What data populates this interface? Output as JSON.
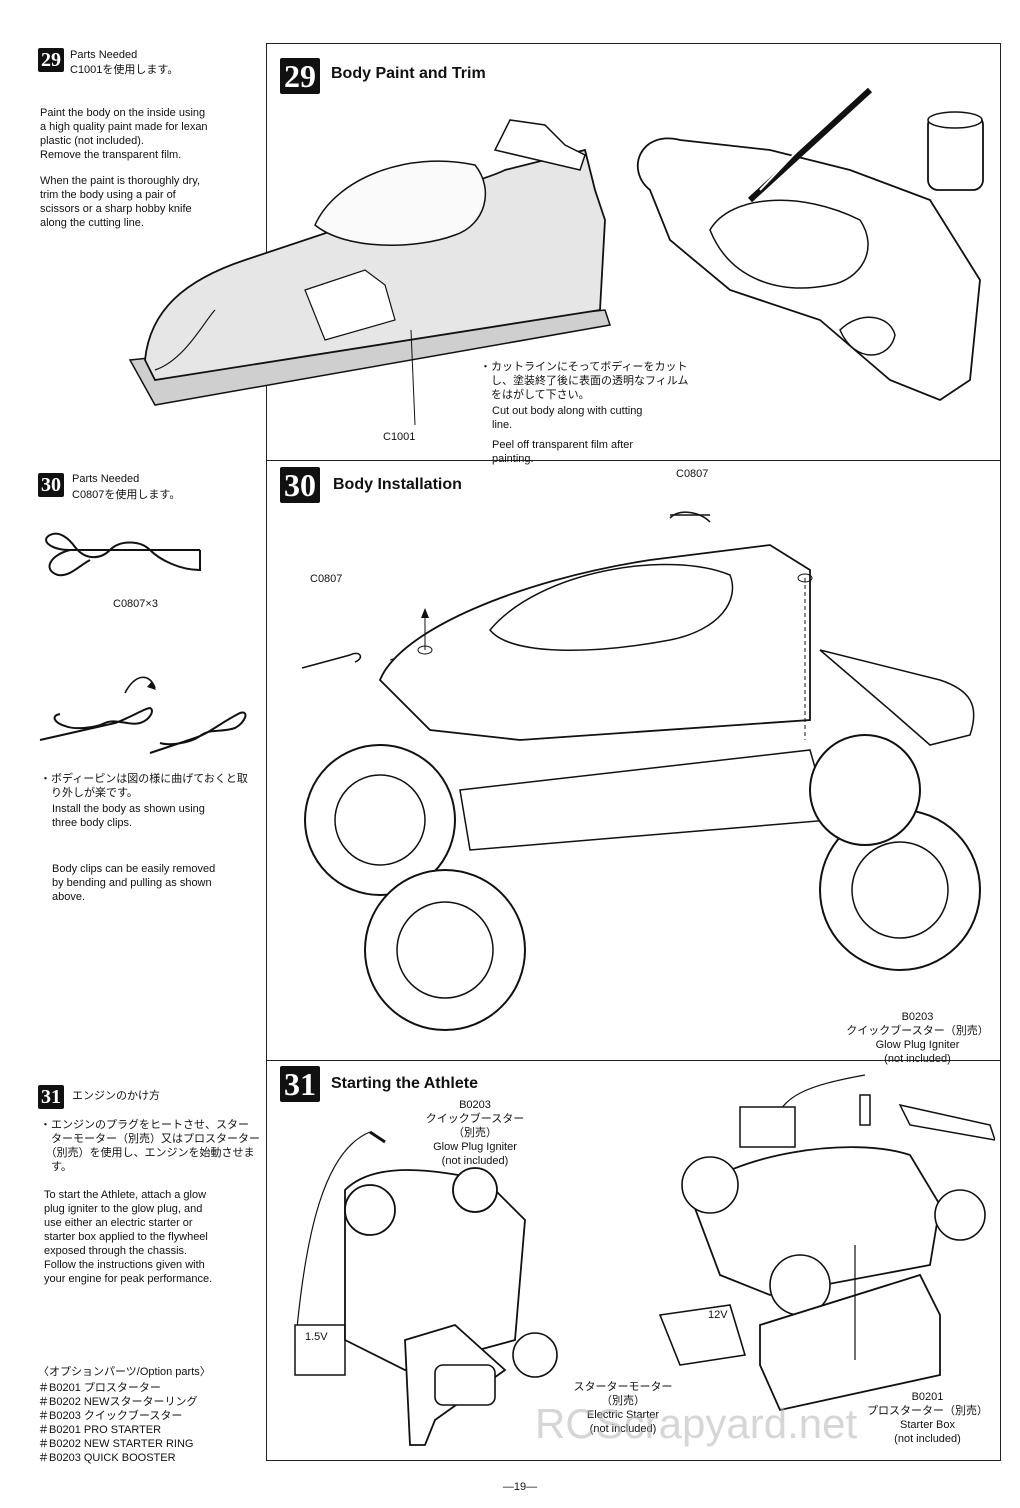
{
  "left": {
    "step29": {
      "number": "29",
      "parts_needed": "Parts Needed",
      "parts_jp": "C1001を使用します。",
      "instructions": "Paint the body on the inside using\na high quality paint made for lexan\nplastic (not included).\nRemove the transparent film.",
      "instructions2": "When the paint is thoroughly dry,\ntrim the body using a pair of\nscissors or a sharp hobby knife\nalong the cutting line."
    },
    "step30": {
      "number": "30",
      "parts_needed": "Parts Needed",
      "parts_jp": "C0807を使用します。",
      "clip_label": "C0807×3",
      "note_jp": "・ボディーピンは図の様に曲げておくと取\n　り外しが楽です。",
      "note_en": "Install the body as shown using\nthree body clips.",
      "note2": "Body clips can be easily removed\nby bending and pulling as shown\nabove."
    },
    "step31": {
      "number": "31",
      "heading_jp": "エンジンのかけ方",
      "text_jp": "・エンジンのプラグをヒートさせ、スター\n　ターモーター（別売）又はプロスターター\n　（別売）を使用し、エンジンを始動させま\n　す。",
      "text_en": "To start the Athlete, attach a glow\nplug igniter to the glow plug, and\nuse either an electric starter or\nstarter box applied to the flywheel\nexposed through the chassis.\nFollow the instructions given with\nyour engine for peak performance."
    },
    "options": {
      "heading": "〈オプションパーツ/Option parts〉",
      "items": [
        "＃B0201 プロスターター",
        "＃B0202 NEWスターターリング",
        "＃B0203 クイックブースター",
        "＃B0201 PRO STARTER",
        "＃B0202 NEW STARTER RING",
        "＃B0203 QUICK BOOSTER"
      ]
    }
  },
  "main": {
    "s29": {
      "number": "29",
      "title": "Body Paint and Trim",
      "part_label": "C1001",
      "cut_jp": "・カットラインにそってボディーをカット\n　し、塗装終了後に表面の透明なフィルム\n　をはがして下さい。",
      "cut_en": "Cut out body along with cutting\nline.",
      "peel_en": "Peel off transparent film after\npainting."
    },
    "s30": {
      "number": "30",
      "title": "Body Installation",
      "clip_top": "C0807",
      "clip_left": "C0807"
    },
    "s31": {
      "number": "31",
      "title": "Starting the Athlete",
      "left_label": "B0203\nクイックブースター\n（別売）\nGlow Plug Igniter\n(not included)",
      "right_label": "B0203\nクイックブースター（別売）\nGlow Plug Igniter\n(not included)",
      "starter_label": "スターターモーター\n（別売）\nElectric Starter\n(not included)",
      "box_label": "B0201\nプロスターター（別売）\nStarter Box\n(not included)",
      "battery_left": "1.5V",
      "battery_right": "12V"
    }
  },
  "footer": {
    "page_number": "—19—",
    "watermark": "RCScrapyard.net"
  }
}
